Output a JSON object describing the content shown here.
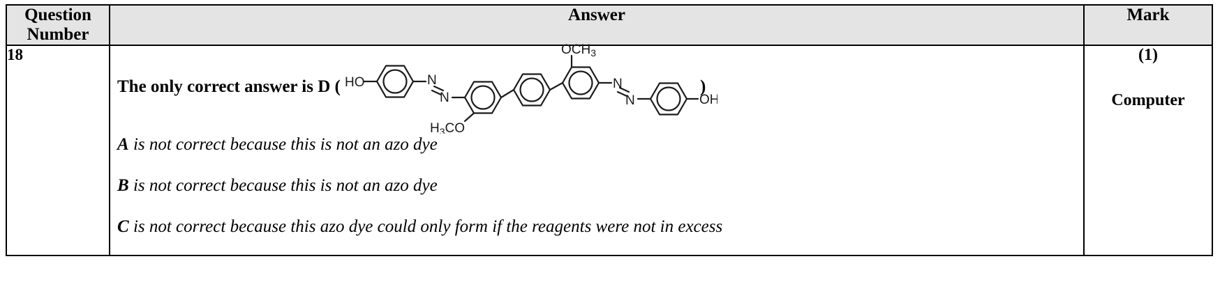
{
  "table": {
    "headers": {
      "question_number": "Question Number",
      "answer": "Answer",
      "mark": "Mark"
    },
    "row": {
      "question_number": "18",
      "mark_value": "(1)",
      "mark_note": "Computer"
    }
  },
  "answer": {
    "lead_text": "The only correct answer is D (",
    "lead_close_paren": ")",
    "distractors": [
      {
        "letter": "A",
        "text": " is not correct because this is not an azo dye"
      },
      {
        "letter": "B",
        "text": " is not correct because this is not an azo dye"
      },
      {
        "letter": "C",
        "text": " is not correct because this azo dye could only form if the reagents were not in excess"
      }
    ]
  },
  "structure": {
    "name": "bisazo-dye-structure",
    "labels": {
      "hydroxyl_left": "HO",
      "methoxy_top_right": "OCH",
      "methoxy_top_right_sub": "3",
      "methoxy_bottom_left": "H",
      "methoxy_bottom_left_sub": "3",
      "methoxy_bottom_left_rest": "CO",
      "nitrogen": "N",
      "hydroxyl_right": "OH"
    },
    "colors": {
      "bond_stroke": "#1a1a1a",
      "label_fill": "#1a1a1a"
    }
  },
  "colors": {
    "header_background": "#e4e4e4",
    "border": "#000000",
    "text": "#000000",
    "page_background": "#ffffff"
  }
}
